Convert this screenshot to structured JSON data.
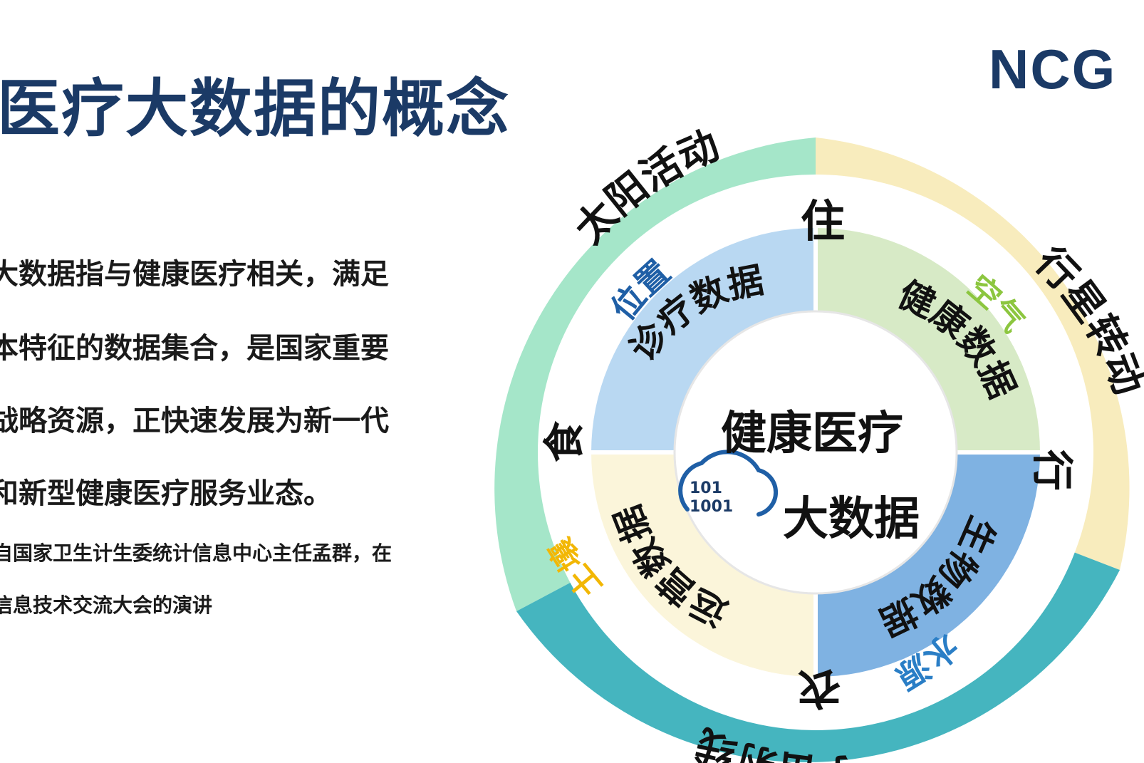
{
  "slide": {
    "title": "医疗大数据的概念",
    "logo": "NCG",
    "paragraph_lines": [
      "大数据指与健康医疗相关，满足",
      "本特征的数据集合，是国家重要",
      "战略资源，正快速发展为新一代",
      "和新型健康医疗服务业态。"
    ],
    "note_lines": [
      "自国家卫生计生委统计信息中心主任孟群，在",
      "信息技术交流大会的演讲"
    ]
  },
  "diagram": {
    "center": {
      "line1": "健康医疗",
      "line2": "大数据",
      "icon_text": [
        "101",
        "1001"
      ]
    },
    "inner_sectors": [
      {
        "label": "诊疗数据",
        "color": "#b9d8f2"
      },
      {
        "label": "健康数据",
        "color": "#d7eac6"
      },
      {
        "label": "生物数据",
        "color": "#7fb2e2"
      },
      {
        "label": "运营数据",
        "color": "#fbf5da"
      }
    ],
    "outer_sectors": [
      {
        "label": "太阳活动",
        "color": "#a5e6c9"
      },
      {
        "label": "行星转动",
        "color": "#f8ecbd"
      },
      {
        "label": "宇宙射线",
        "color": "#45b5bf"
      }
    ],
    "ring_words": {
      "north": "住",
      "east": "行",
      "south": "衣",
      "west": "食",
      "blue_top": "位置",
      "green_right": "空气",
      "blue_bottom": "水源",
      "yellow_left": "土壤"
    },
    "colors": {
      "title": "#1b3a66",
      "position_word": "#1f5fa6",
      "air_word": "#8cc63f",
      "water_word": "#2a7ec6",
      "soil_word": "#f2b705"
    }
  }
}
